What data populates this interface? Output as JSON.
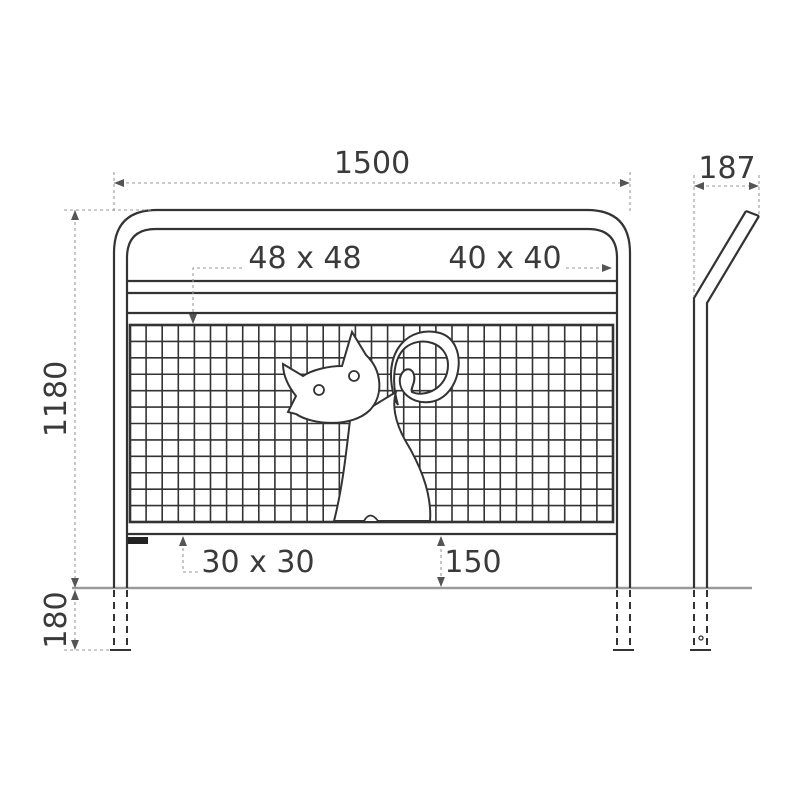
{
  "dimensions": {
    "overall_width": "1500",
    "depth": "187",
    "overall_height": "1180",
    "ground_depth": "180",
    "top_profile": "48 x 48",
    "rail_profile": "40 x 40",
    "mesh_profile": "30 x 30",
    "ground_clearance": "150"
  },
  "colors": {
    "line": "#333333",
    "dim_line": "#9a9a9a",
    "ground": "#9a9a9a"
  }
}
